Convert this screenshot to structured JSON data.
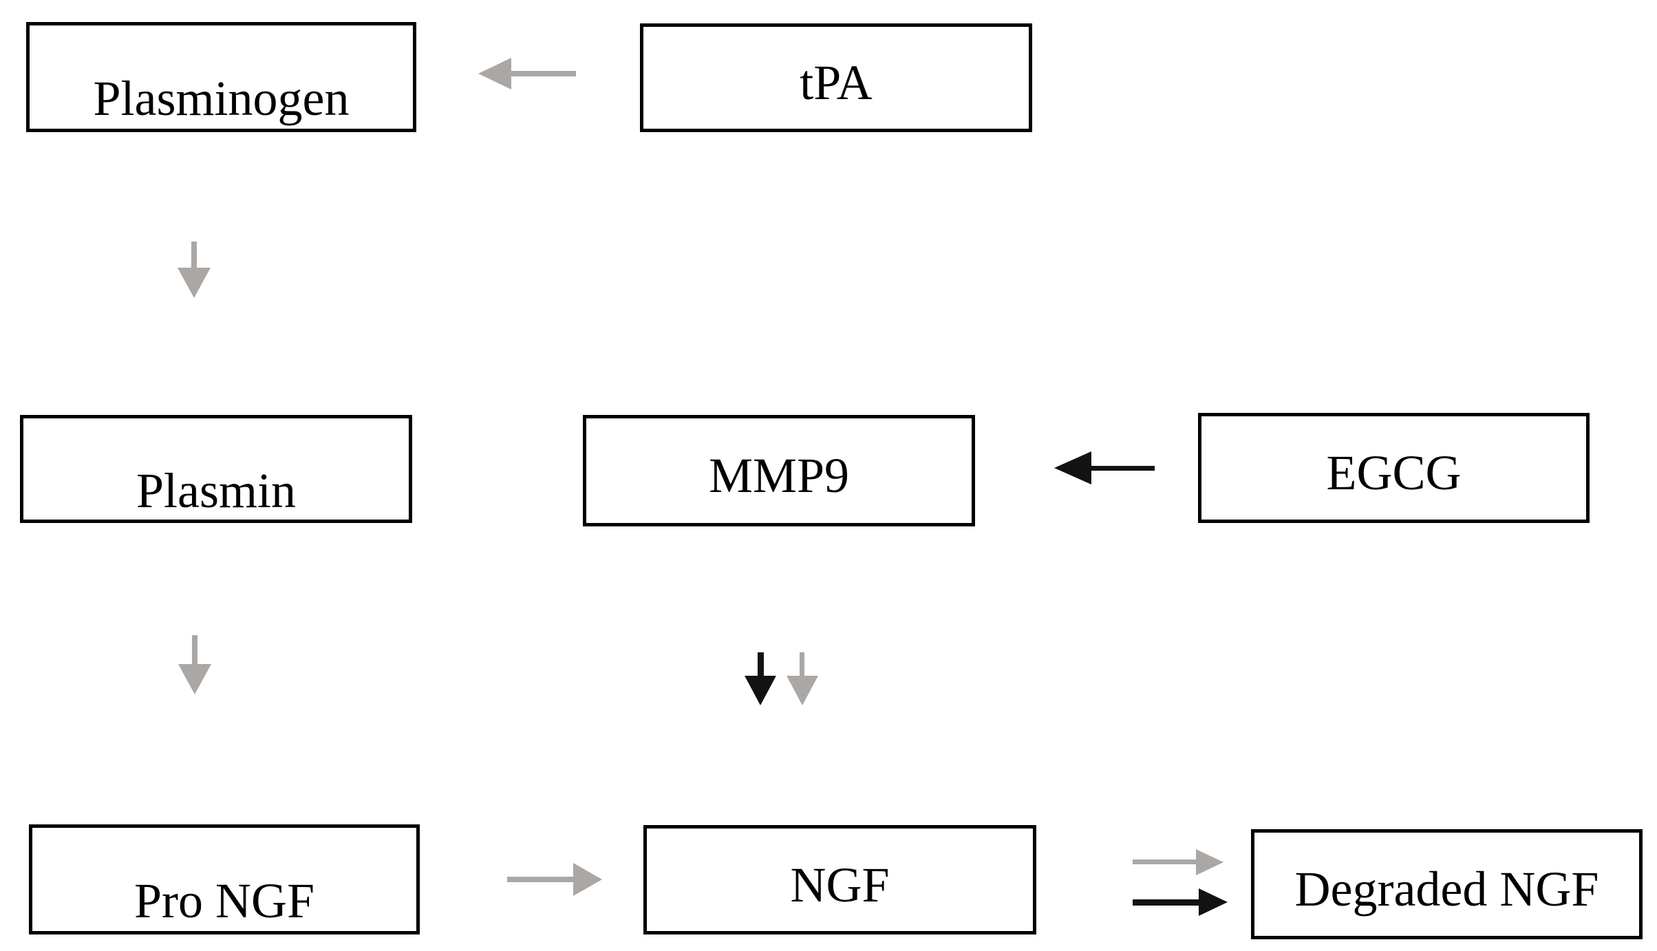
{
  "colors": {
    "background": "#ffffff",
    "box_bg": "#ffffff",
    "box_border": "#000000",
    "text_color": "#000000",
    "arrow_gray": "#aaa7a4",
    "arrow_black": "#121212"
  },
  "nodes": [
    {
      "id": "plasminogen",
      "label": "Plasminogen"
    },
    {
      "id": "tpa",
      "label": "tPA"
    },
    {
      "id": "plasmin",
      "label": "Plasmin"
    },
    {
      "id": "mmp9",
      "label": "MMP9"
    },
    {
      "id": "egcg",
      "label": "EGCG"
    },
    {
      "id": "pro-ngf",
      "label": "Pro NGF"
    },
    {
      "id": "ngf",
      "label": "NGF"
    },
    {
      "id": "degraded-ngf",
      "label": "Degraded NGF"
    }
  ],
  "edges": [
    {
      "from": "tPA",
      "to": "Plasminogen",
      "color": "gray",
      "direction": "left"
    },
    {
      "from": "Plasminogen",
      "to": "Plasmin",
      "color": "gray",
      "direction": "down"
    },
    {
      "from": "EGCG",
      "to": "MMP9",
      "color": "black",
      "direction": "left"
    },
    {
      "from": "Plasmin",
      "to": "Pro NGF",
      "color": "gray",
      "direction": "down"
    },
    {
      "from": "MMP9",
      "to": "NGF",
      "color": "black",
      "direction": "down"
    },
    {
      "from": "MMP9",
      "to": "NGF",
      "color": "gray",
      "direction": "down"
    },
    {
      "from": "Pro NGF",
      "to": "NGF",
      "color": "gray",
      "direction": "right"
    },
    {
      "from": "NGF",
      "to": "Degraded NGF",
      "color": "gray",
      "direction": "right"
    },
    {
      "from": "NGF",
      "to": "Degraded NGF",
      "color": "black",
      "direction": "right"
    }
  ]
}
